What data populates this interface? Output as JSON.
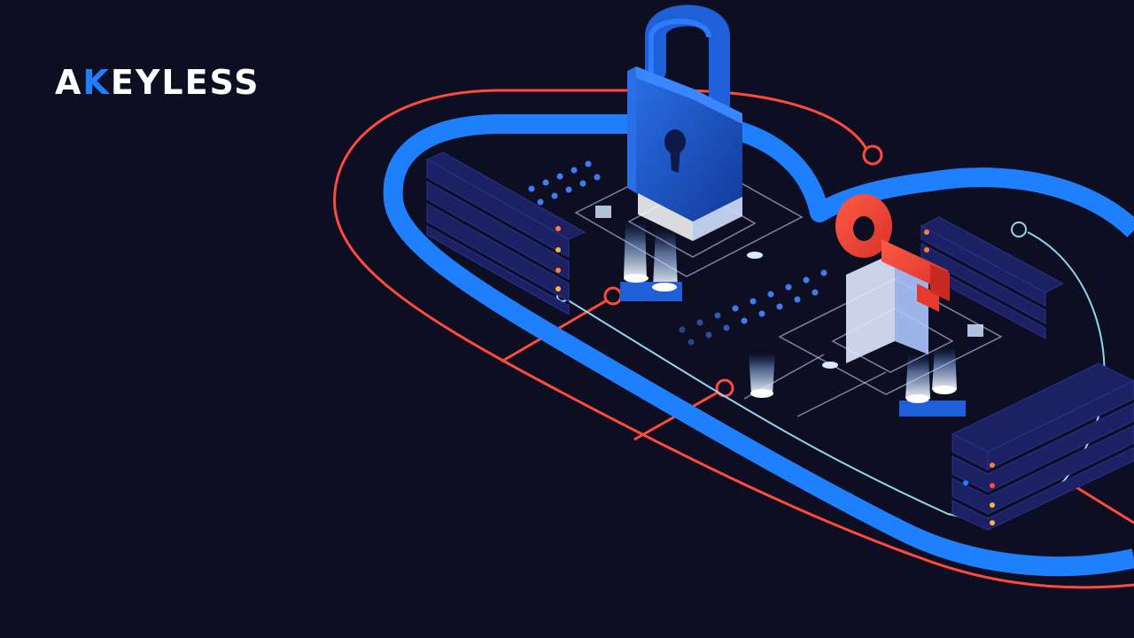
{
  "brand": {
    "name_prefix": "A",
    "name_accent": "K",
    "name_suffix": "EYLESS"
  },
  "icons": {
    "lock": "padlock-icon",
    "key": "key-icon",
    "cloud": "cloud-outline"
  },
  "colors": {
    "background": "#0d0e21",
    "cloud_blue": "#1f80ff",
    "accent_red": "#ff4a3d",
    "server_navy": "#1b2163"
  }
}
